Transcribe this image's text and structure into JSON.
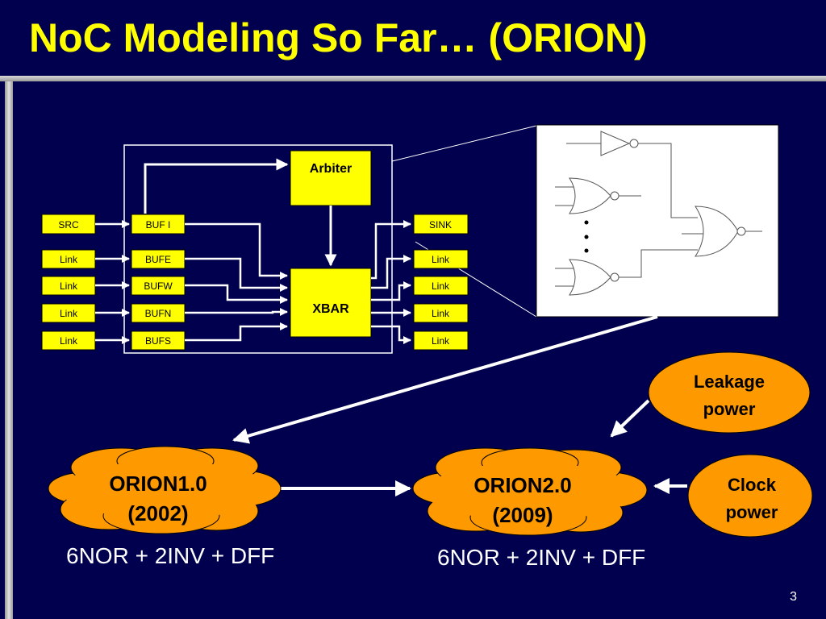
{
  "slide": {
    "title": "NoC Modeling So Far… (ORION)",
    "page_number": "3"
  },
  "router": {
    "left_blocks": [
      "SRC",
      "Link",
      "Link",
      "Link",
      "Link"
    ],
    "buffers": [
      "BUF I",
      "BUFE",
      "BUFW",
      "BUFN",
      "BUFS"
    ],
    "right_blocks": [
      "SINK",
      "Link",
      "Link",
      "Link",
      "Link"
    ],
    "arbiter_label": "Arbiter",
    "xbar_label": "XBAR"
  },
  "versions": {
    "orion1": {
      "name": "ORION1.0",
      "year": "(2002)",
      "formula": "6NOR + 2INV + DFF"
    },
    "orion2": {
      "name": "ORION2.0",
      "year": "(2009)",
      "formula": "6NOR + 2INV + DFF"
    }
  },
  "additions": {
    "leakage": {
      "line1": "Leakage",
      "line2": "power"
    },
    "clock": {
      "line1": "Clock",
      "line2": "power"
    }
  },
  "colors": {
    "background": "#00004f",
    "title": "#ffff00",
    "block_fill": "#ffff00",
    "cloud_fill": "#ff9900"
  }
}
